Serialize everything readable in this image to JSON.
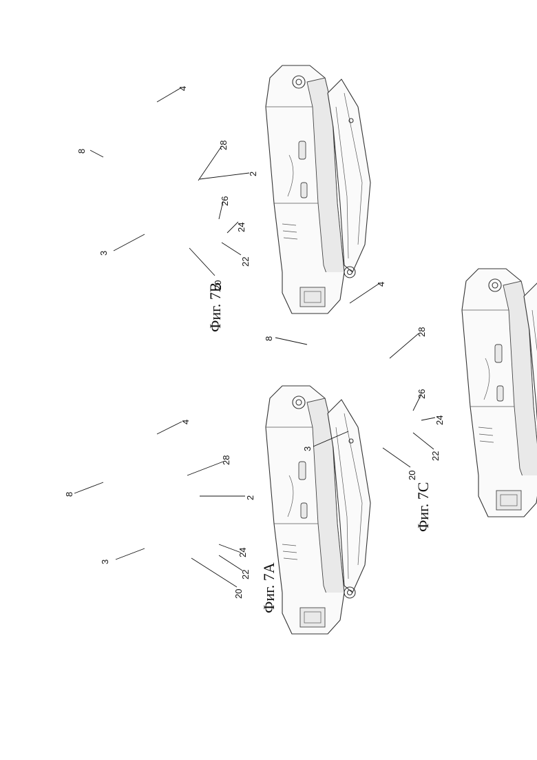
{
  "figures": [
    {
      "id": "fig-7b",
      "caption": "Фиг. 7В",
      "labels": {
        "l8": "8",
        "l4": "4",
        "l28": "28",
        "l2": "2",
        "l3": "3",
        "l26": "26",
        "l24": "24",
        "l22": "22",
        "l20": "20"
      }
    },
    {
      "id": "fig-7a",
      "caption": "Фиг. 7А",
      "labels": {
        "l8": "8",
        "l4": "4",
        "l28": "28",
        "l2": "2",
        "l3": "3",
        "l24": "24",
        "l22": "22",
        "l20": "20"
      }
    },
    {
      "id": "fig-7c",
      "caption": "Фиг. 7С",
      "labels": {
        "l8": "8",
        "l4": "4",
        "l28": "28",
        "l3": "3",
        "l26": "26",
        "l24": "24",
        "l22": "22",
        "l20": "20"
      }
    }
  ]
}
